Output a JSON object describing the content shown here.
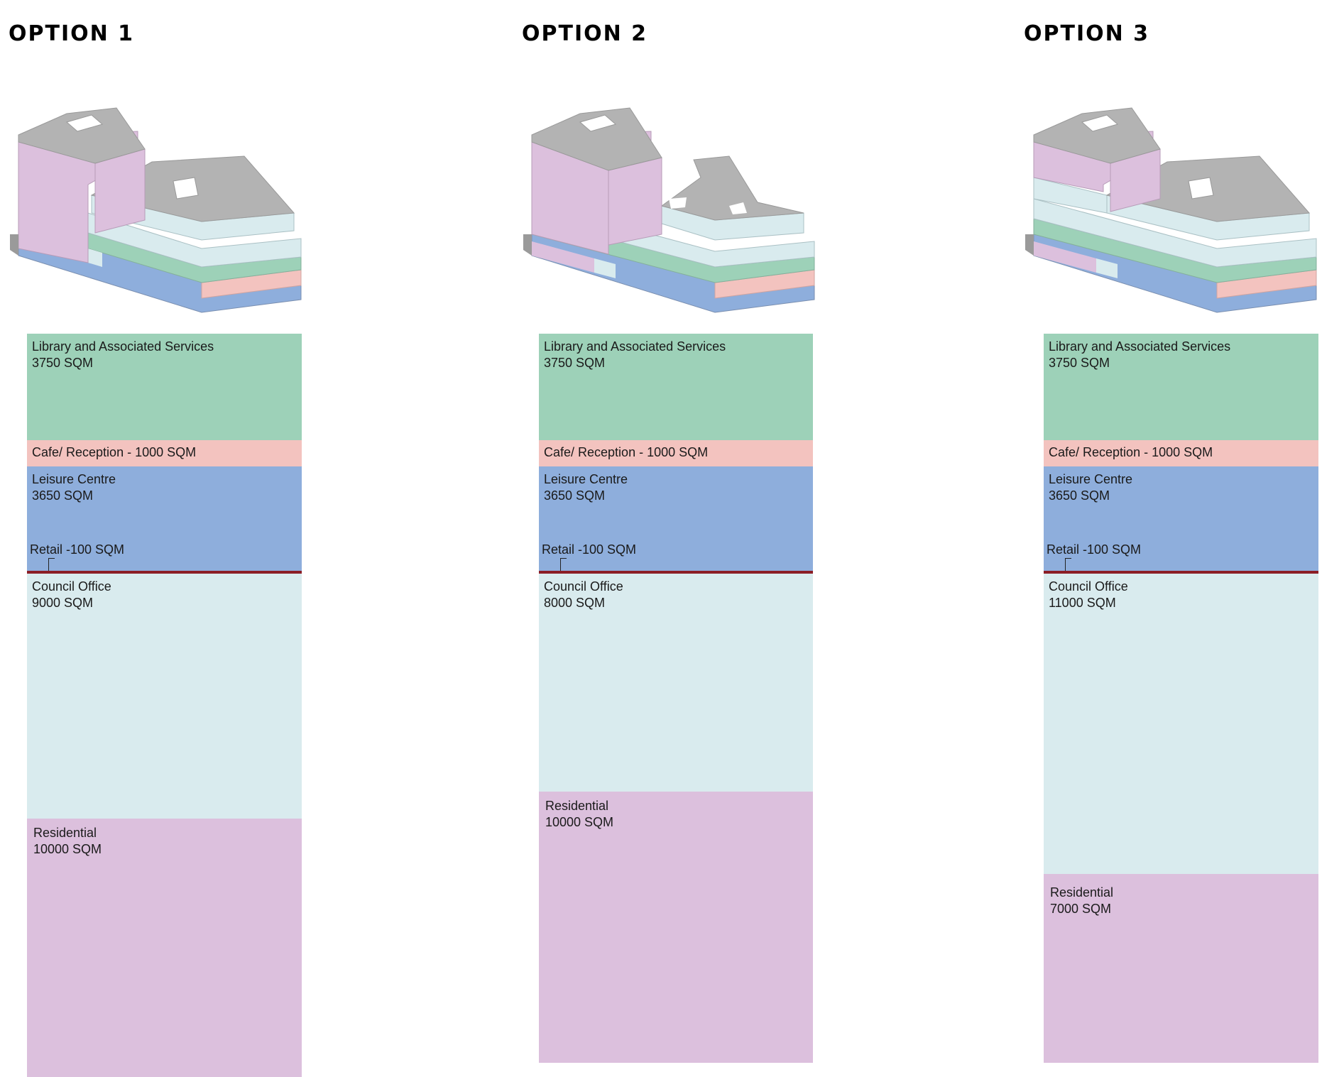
{
  "options": [
    {
      "title": "OPTION 1",
      "library": {
        "name": "Library and Associated Services",
        "area": "3750 SQM"
      },
      "cafe": {
        "label": "Cafe/ Reception - 1000 SQM"
      },
      "leisure": {
        "name": "Leisure Centre",
        "area": "3650 SQM"
      },
      "retail": {
        "label": "Retail -100 SQM"
      },
      "council": {
        "name": "Council Office",
        "area": "9000 SQM"
      },
      "residential": {
        "name": "Residential",
        "area": "10000 SQM"
      }
    },
    {
      "title": "OPTION 2",
      "library": {
        "name": "Library and Associated Services",
        "area": "3750 SQM"
      },
      "cafe": {
        "label": "Cafe/ Reception - 1000 SQM"
      },
      "leisure": {
        "name": "Leisure Centre",
        "area": "3650 SQM"
      },
      "retail": {
        "label": "Retail -100 SQM"
      },
      "council": {
        "name": "Council Office",
        "area": "8000 SQM"
      },
      "residential": {
        "name": "Residential",
        "area": "10000 SQM"
      }
    },
    {
      "title": "OPTION 3",
      "library": {
        "name": "Library and Associated Services",
        "area": "3750 SQM"
      },
      "cafe": {
        "label": "Cafe/ Reception - 1000 SQM"
      },
      "leisure": {
        "name": "Leisure Centre",
        "area": "3650 SQM"
      },
      "retail": {
        "label": "Retail -100 SQM"
      },
      "council": {
        "name": "Council Office",
        "area": "11000 SQM"
      },
      "residential": {
        "name": "Residential",
        "area": "7000 SQM"
      }
    }
  ],
  "colors": {
    "library": "#9dd1b8",
    "cafe_reception": "#f3c3bf",
    "leisure": "#8eaedc",
    "council_office": "#d9ebee",
    "residential": "#dcc0dd",
    "divider": "#8b1e26",
    "roof": "#b3b3b3"
  }
}
